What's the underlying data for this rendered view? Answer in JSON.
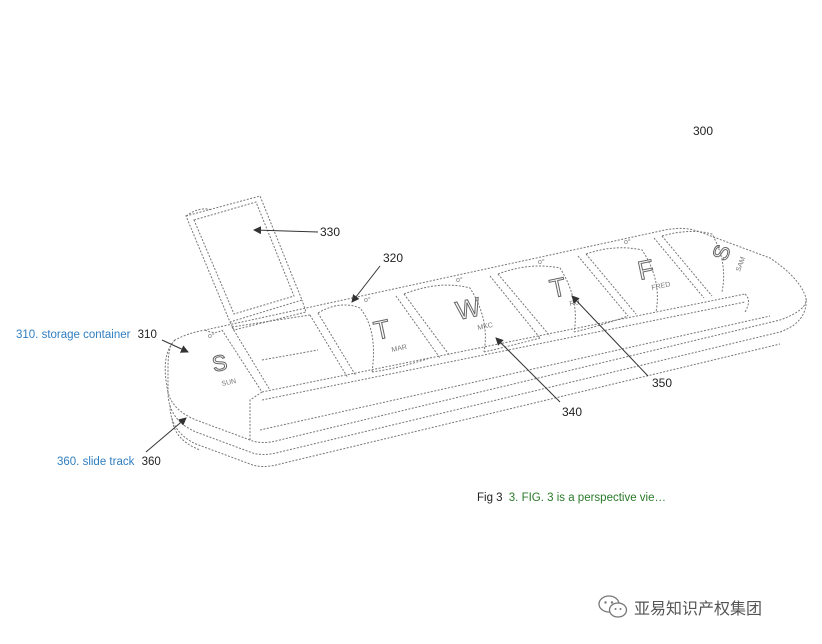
{
  "figure": {
    "ref_main": "300",
    "ref_lid": "330",
    "ref_compartment": "320",
    "ref_container": "310",
    "ref_base": "340",
    "ref_slider": "350",
    "ref_track": "360"
  },
  "annotations": {
    "container_label": "310. storage container",
    "track_label": "360. slide track",
    "caption_prefix": "Fig 3",
    "caption_text": "3. FIG. 3 is a perspective vie…"
  },
  "compartment_letters": [
    "S",
    "T",
    "W",
    "T",
    "F",
    "S"
  ],
  "compartment_marks": [
    "SUN",
    "MAR",
    "MKC",
    "RU",
    "FRED",
    "SAM"
  ],
  "watermark": {
    "text": "亚易知识产权集团",
    "icon": "wechat-icon"
  }
}
